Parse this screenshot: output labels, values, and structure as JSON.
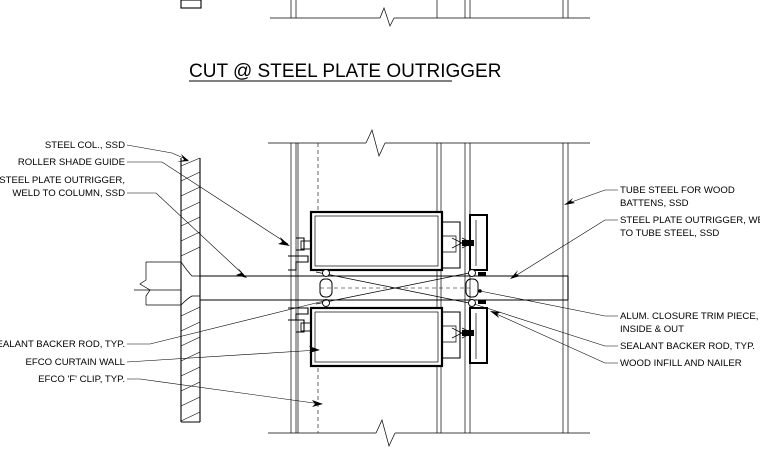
{
  "title": "CUT @ STEEL PLATE OUTRIGGER",
  "labels": {
    "steel_col": "STEEL COL., SSD",
    "roller_shade": "ROLLER SHADE GUIDE",
    "plate_outrigger_l1": "STEEL PLATE OUTRIGGER,",
    "plate_outrigger_l2": "WELD TO COLUMN, SSD",
    "sealant_left": "SEALANT BACKER ROD, TYP.",
    "curtain_wall": "EFCO CURTAIN WALL",
    "f_clip": "EFCO 'F' CLIP, TYP.",
    "tube_steel_l1": "TUBE STEEL FOR WOOD",
    "tube_steel_l2": "BATTENS, SSD",
    "plate_tube_l1": "STEEL PLATE OUTRIGGER, WELD",
    "plate_tube_l2": "TO TUBE STEEL, SSD",
    "closure_l1": "ALUM. CLOSURE TRIM PIECE,",
    "closure_l2": "INSIDE & OUT",
    "sealant_right": "SEALANT BACKER ROD, TYP.",
    "wood_infill": "WOOD INFILL AND NAILER"
  }
}
